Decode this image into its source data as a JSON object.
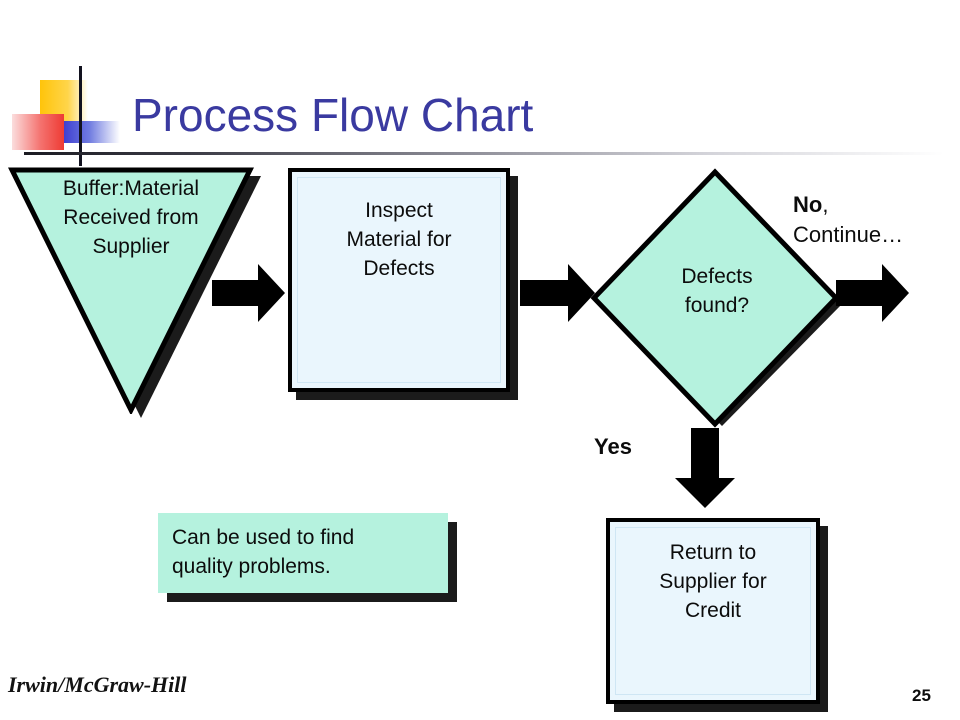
{
  "slide": {
    "title": "Process Flow Chart",
    "page_number": "25",
    "brand": "Irwin/McGraw-Hill",
    "accent_title_color": "#3a3aa0",
    "mint_fill": "#b5f2de",
    "lightblue_fill": "#eaf6fd",
    "shadow_color": "#1b1b1b"
  },
  "decor": {
    "yellow_square": "yellow-square",
    "red_square": "red-gradient-square",
    "blue_square": "blue-gradient-square",
    "vertical_rule": "vertical-rule",
    "horizontal_rule": "horizontal-rule"
  },
  "flow": {
    "buffer": {
      "shape": "inverted-triangle",
      "line1": "Buffer:Material",
      "line2": "Received from",
      "line3": "Supplier"
    },
    "inspect": {
      "shape": "process-box",
      "line1": "Inspect",
      "line2": "Material for",
      "line3": "Defects"
    },
    "decision": {
      "shape": "diamond",
      "line1": "Defects",
      "line2": "found?"
    },
    "return": {
      "shape": "process-box",
      "line1": "Return to",
      "line2": "Supplier for",
      "line3": "Credit"
    },
    "note": {
      "shape": "callout-box",
      "line1": "Can be used to find",
      "line2": "quality problems."
    },
    "labels": {
      "no_strong": "No",
      "no_rest": ",",
      "no_continue": "Continue…",
      "yes": "Yes"
    },
    "connectors": {
      "a1": "arrow-right",
      "a2": "arrow-right",
      "a3": "arrow-right",
      "a4": "arrow-down"
    }
  }
}
